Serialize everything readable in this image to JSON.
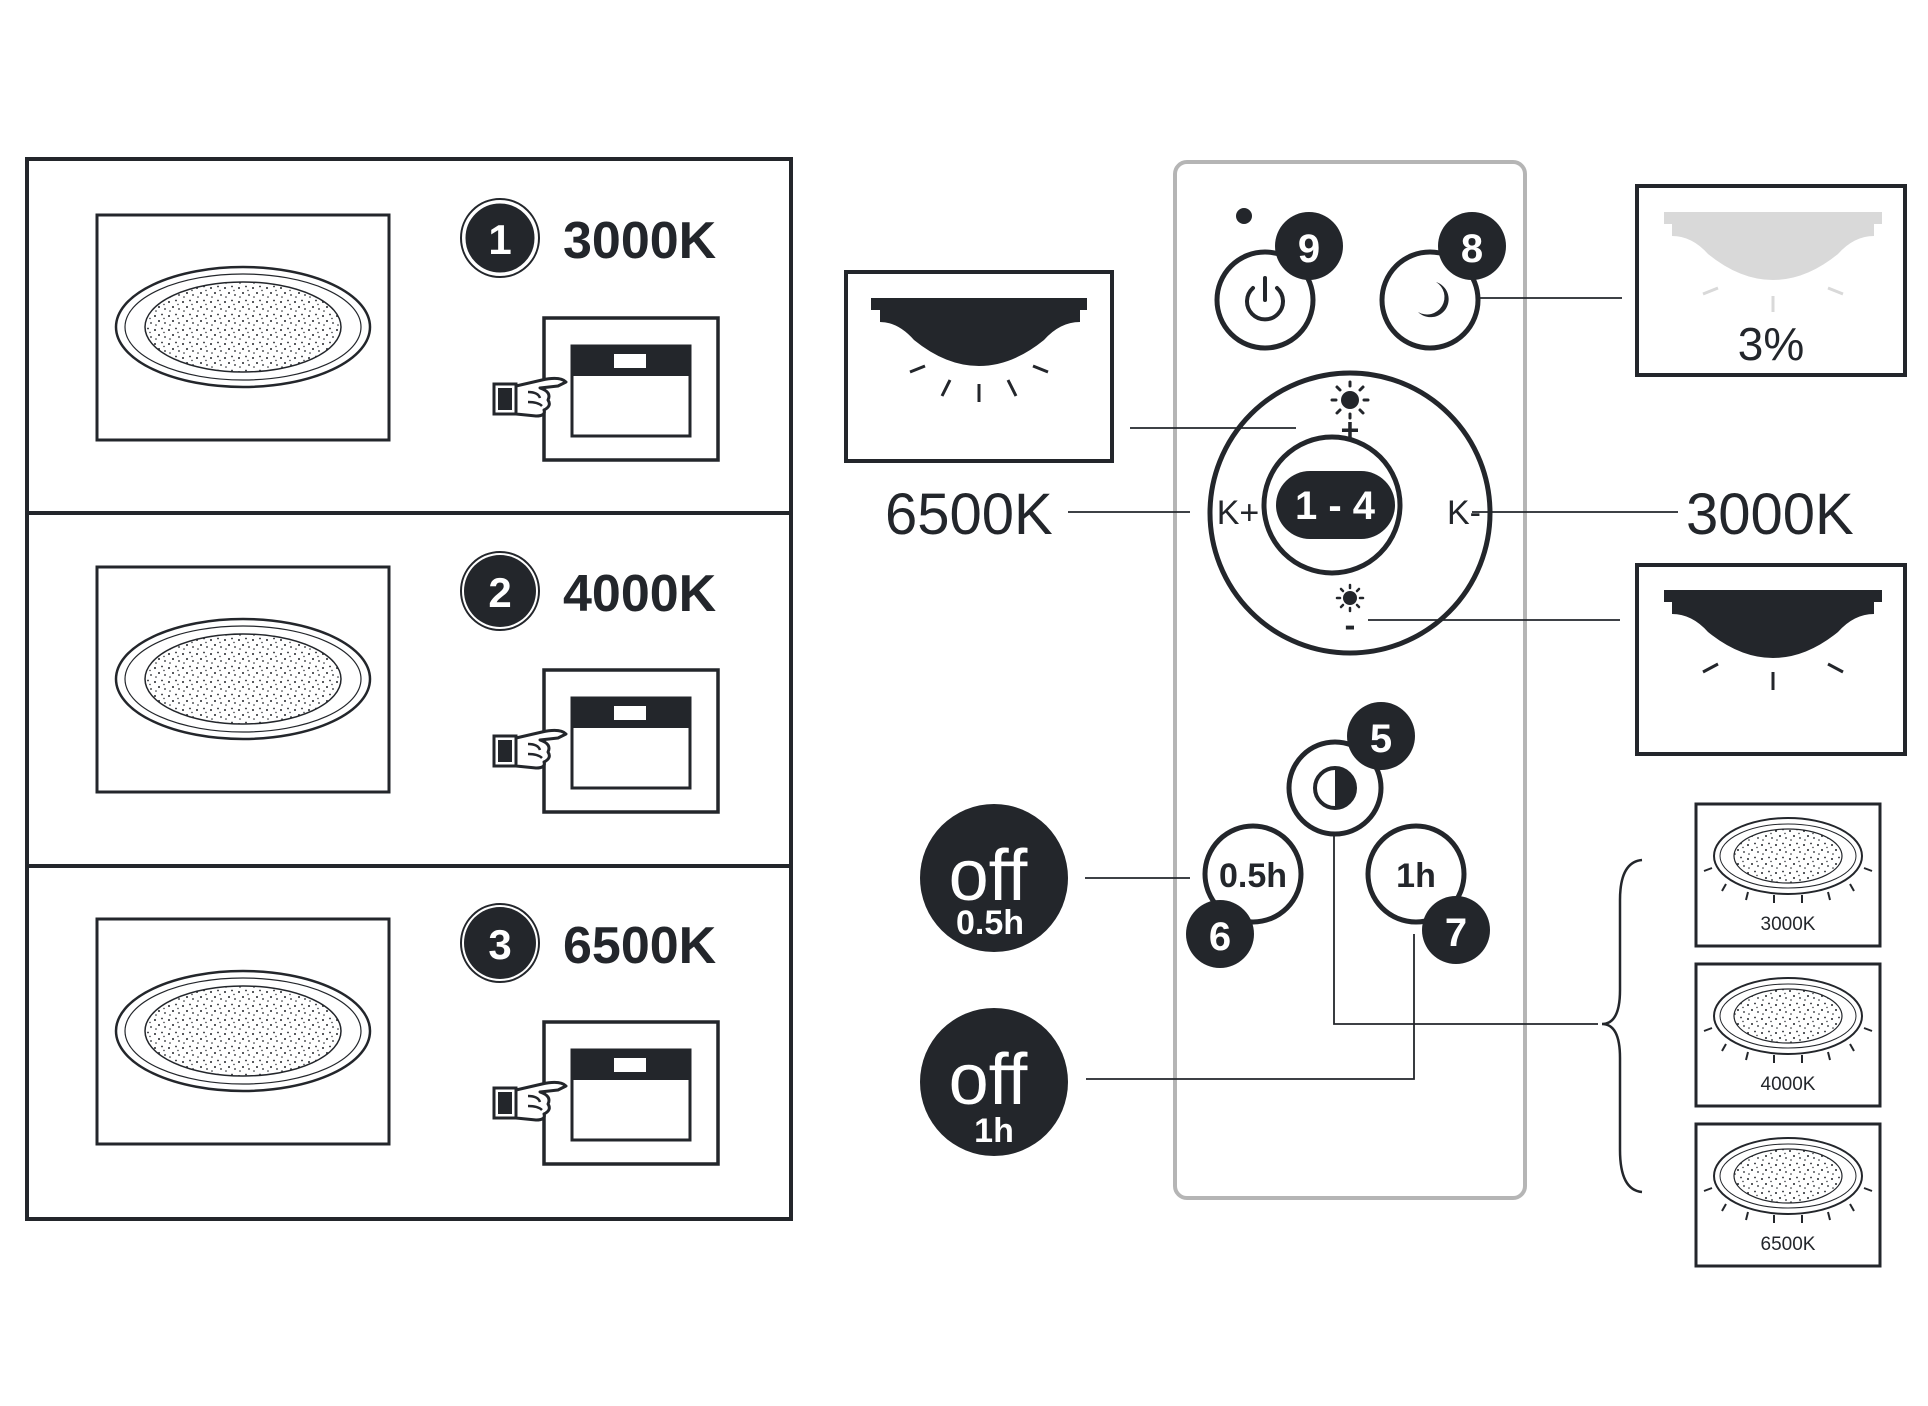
{
  "colors": {
    "ink": "#23262b",
    "remote_outline": "#b5b5b5",
    "dim_lamp": "#d9d9d9",
    "paper": "#ffffff"
  },
  "left_panel": {
    "steps": [
      {
        "number": "1",
        "label": "3000K"
      },
      {
        "number": "2",
        "label": "4000K"
      },
      {
        "number": "3",
        "label": "6500K"
      }
    ],
    "icons": [
      "ceiling-light-icon",
      "wall-switch-icon",
      "pointing-hand-icon"
    ]
  },
  "remote": {
    "buttons": {
      "power": {
        "badge": "9",
        "icon": "power-icon"
      },
      "night": {
        "badge": "8",
        "icon": "moon-icon"
      },
      "cycle": {
        "badge": "5",
        "icon": "half-circle-icon"
      },
      "timer_half": {
        "badge": "6",
        "label": "0.5h"
      },
      "timer_one": {
        "badge": "7",
        "label": "1h"
      }
    },
    "dial": {
      "center_label": "1 - 4",
      "left_label": "K+",
      "right_label": "K-",
      "top_label": "+",
      "bottom_label": "-"
    }
  },
  "callouts": {
    "night_level": "3%",
    "warm_temp": "3000K",
    "cool_temp": "6500K",
    "off_half": {
      "word": "off",
      "time": "0.5h"
    },
    "off_one": {
      "word": "off",
      "time": "1h"
    }
  },
  "temp_cycle": [
    "3000K",
    "4000K",
    "6500K"
  ]
}
